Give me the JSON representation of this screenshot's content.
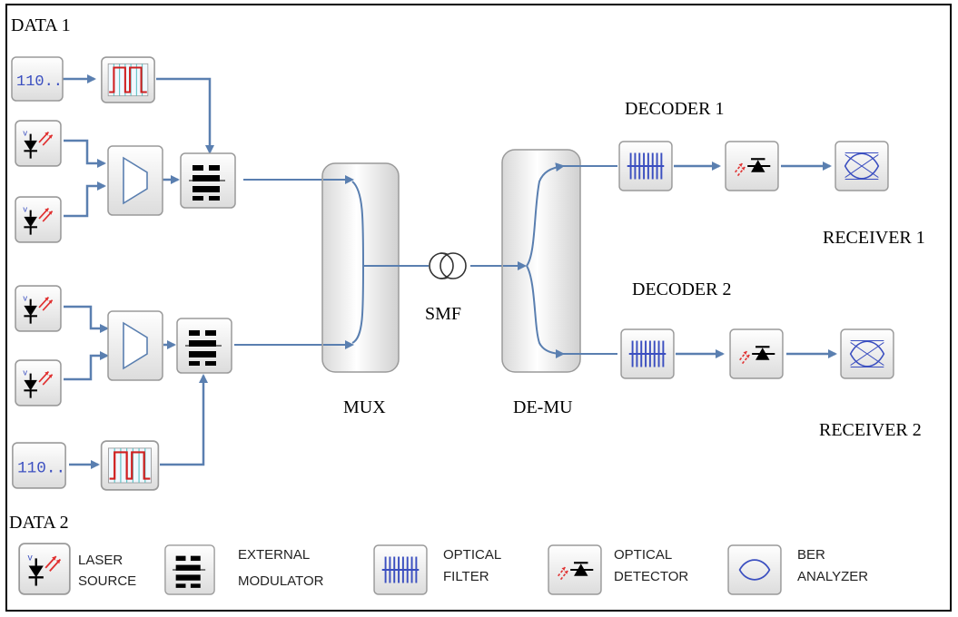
{
  "labels": {
    "data1": "DATA 1",
    "data2": "DATA 2",
    "decoder1": "DECODER 1",
    "decoder2": "DECODER 2",
    "receiver1": "RECEIVER 1",
    "receiver2": "RECEIVER 2",
    "mux": "MUX",
    "demux": "DE-MU",
    "smf": "SMF",
    "bit_sequence": "110.."
  },
  "legend": [
    {
      "icon": "laser-icon",
      "line1": "LASER",
      "line2": "SOURCE"
    },
    {
      "icon": "modulator-icon",
      "line1": "EXTERNAL",
      "line2": "MODULATOR"
    },
    {
      "icon": "filter-icon",
      "line1": "OPTICAL",
      "line2": "FILTER"
    },
    {
      "icon": "detector-icon",
      "line1": "OPTICAL",
      "line2": "DETECTOR"
    },
    {
      "icon": "ber-analyzer-icon",
      "line1": "BER",
      "line2": "ANALYZER"
    }
  ],
  "colors": {
    "wire": "#5a7fb0",
    "laser_arrow": "#e03030",
    "icon_blue": "#3b4fc0",
    "box_border": "#9a9a9a"
  }
}
